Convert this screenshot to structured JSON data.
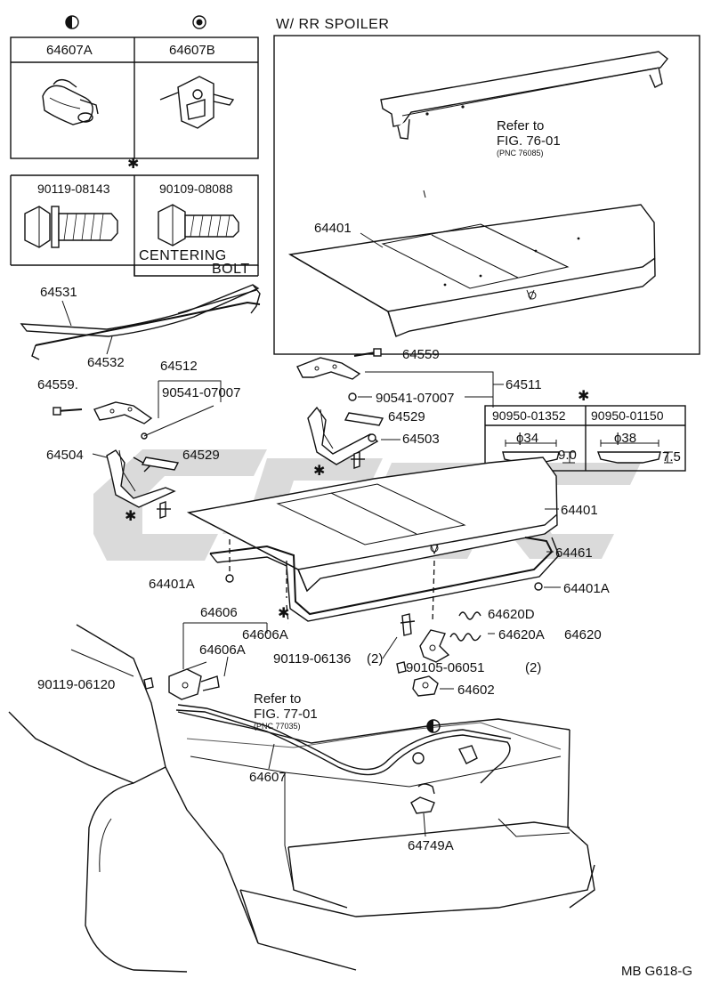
{
  "header": {
    "option_label": "W/ RR SPOILER"
  },
  "clip_box": {
    "left_code": "64607A",
    "right_code": "64607B"
  },
  "bolt_box": {
    "left_code": "90119-08143",
    "right_code": "90109-08088",
    "centering_line1": "CENTERING",
    "centering_line2": "BOLT"
  },
  "spoiler": {
    "refer_line1": "Refer to",
    "refer_line2": "FIG. 76-01",
    "refer_pnc": "(PNC 76085)",
    "lid_code": "64401"
  },
  "cushion_box": {
    "left_code": "90950-01352",
    "right_code": "90950-01150",
    "left_dia": "ϕ34",
    "right_dia": "ϕ38",
    "left_height": "9.0",
    "right_height": "7.5"
  },
  "parts": {
    "p64531": "64531",
    "p64532": "64532",
    "p64512": "64512",
    "p64559_left": "64559.",
    "p90541_left": "90541-07007",
    "p64504": "64504",
    "p64529_left": "64529",
    "p64559_right": "64559",
    "p64511": "64511",
    "p90541_right": "90541-07007",
    "p64529_right": "64529",
    "p64503": "64503",
    "p64401": "64401",
    "p64461": "64461",
    "p64401A_left": "64401A",
    "p64401A_right": "64401A",
    "p64606": "64606",
    "p64606A_1": "64606A",
    "p64606A_2": "64606A",
    "p90119_06136": "90119-06136",
    "qty_06136": "(2)",
    "p64620D": "64620D",
    "p64620A": "64620A",
    "p64620": "64620",
    "p90105_06051": "90105-06051",
    "qty_06051": "(2)",
    "p64602": "64602",
    "p90119_06120": "90119-06120",
    "refer_line1": "Refer to",
    "refer_line2": "FIG. 77-01",
    "refer_pnc": "(PNC 77035)",
    "p64607": "64607",
    "p64749A": "64749A"
  },
  "footer": {
    "figure_id": "MB G618-G"
  },
  "symbols": {
    "asterisk": "✱",
    "half_circle": "half-filled-circle",
    "target_circle": "bullseye-circle"
  },
  "watermark": {
    "text": "CSCC",
    "color": "#bcbcbc"
  }
}
